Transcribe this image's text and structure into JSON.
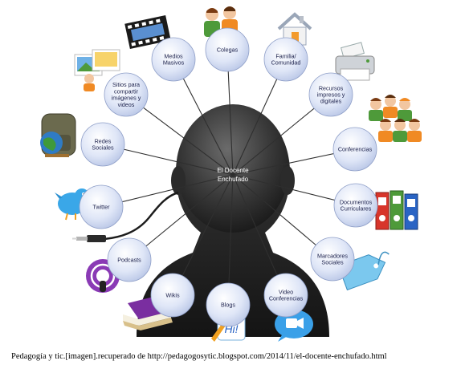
{
  "center": {
    "lines": [
      "El Docente",
      "Enchufado"
    ]
  },
  "nodes": [
    {
      "id": "medios-masivos",
      "lines": [
        "Medios",
        "Masivos"
      ]
    },
    {
      "id": "colegas",
      "lines": [
        "Colegas"
      ]
    },
    {
      "id": "familia-comunidad",
      "lines": [
        "Familia/",
        "Comunidad"
      ]
    },
    {
      "id": "sitios",
      "lines": [
        "Sitios para",
        "compartir",
        "imágenes y",
        "videos"
      ]
    },
    {
      "id": "recursos",
      "lines": [
        "Recursos",
        "impresos y",
        "digitales"
      ]
    },
    {
      "id": "redes-sociales",
      "lines": [
        "Redes",
        "Sociales"
      ]
    },
    {
      "id": "conferencias",
      "lines": [
        "Conferencias"
      ]
    },
    {
      "id": "twitter",
      "lines": [
        "Twitter"
      ]
    },
    {
      "id": "documentos",
      "lines": [
        "Documentos",
        "Curriculares"
      ]
    },
    {
      "id": "podcasts",
      "lines": [
        "Podcasts"
      ]
    },
    {
      "id": "marcadores",
      "lines": [
        "Marcadores",
        "Sociales"
      ]
    },
    {
      "id": "wikis",
      "lines": [
        "Wikis"
      ]
    },
    {
      "id": "blogs",
      "lines": [
        "Blogs"
      ]
    },
    {
      "id": "video-conferencias",
      "lines": [
        "Video",
        "Conferencias"
      ]
    }
  ],
  "caption": "Pedagogía y tic.[imagen].recuperado de http://pedagogosytic.blogspot.com/2014/11/el-docente-enchufado.html",
  "icons": [
    "film-icon",
    "people-icon",
    "house-icon",
    "photos-icon",
    "printer-icon",
    "backpack-globe-icon",
    "group-icon",
    "twitter-bird-icon",
    "binders-icon",
    "plug-cable-icon",
    "podcast-icon",
    "tag-icon",
    "books-icon",
    "blog-pen-icon",
    "video-bubble-icon"
  ],
  "colors": {
    "node_fill": "#dfe6f7",
    "node_stroke": "#8f9fc8",
    "head_dark": "#2a2a2a",
    "line": "#2f2f2f"
  }
}
